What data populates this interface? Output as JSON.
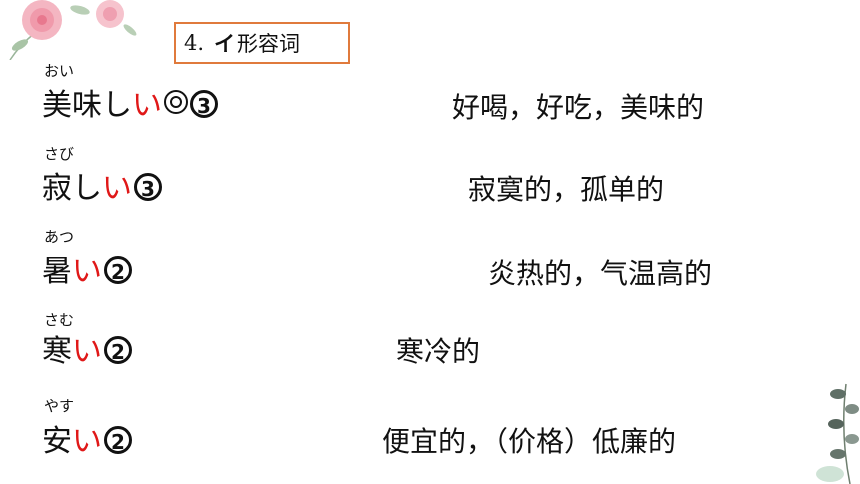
{
  "section": {
    "number": "4.",
    "katakana": "イ",
    "title": "形容词"
  },
  "entries": [
    {
      "reading": "おい",
      "stem": "美味し",
      "ending": "い",
      "double_mark": "◎",
      "accent": "3",
      "meaning": "好喝，好吃，美味的"
    },
    {
      "reading": "さび",
      "stem": "寂し",
      "ending": "い",
      "accent": "3",
      "meaning": "寂寞的，孤单的"
    },
    {
      "reading": "あつ",
      "stem": "暑",
      "ending": "い",
      "accent": "2",
      "meaning": "炎热的，气温高的"
    },
    {
      "reading": "さむ",
      "stem": "寒",
      "ending": "い",
      "accent": "2",
      "meaning": "寒冷的"
    },
    {
      "reading": "やす",
      "stem": "安",
      "ending": "い",
      "accent": "2",
      "meaning": "便宜的，（价格）低廉的"
    }
  ],
  "colors": {
    "ending": "#e01818",
    "box_border": "#e07a3c",
    "flower": "#f2a7b8",
    "leaf": "#8fb08f"
  }
}
